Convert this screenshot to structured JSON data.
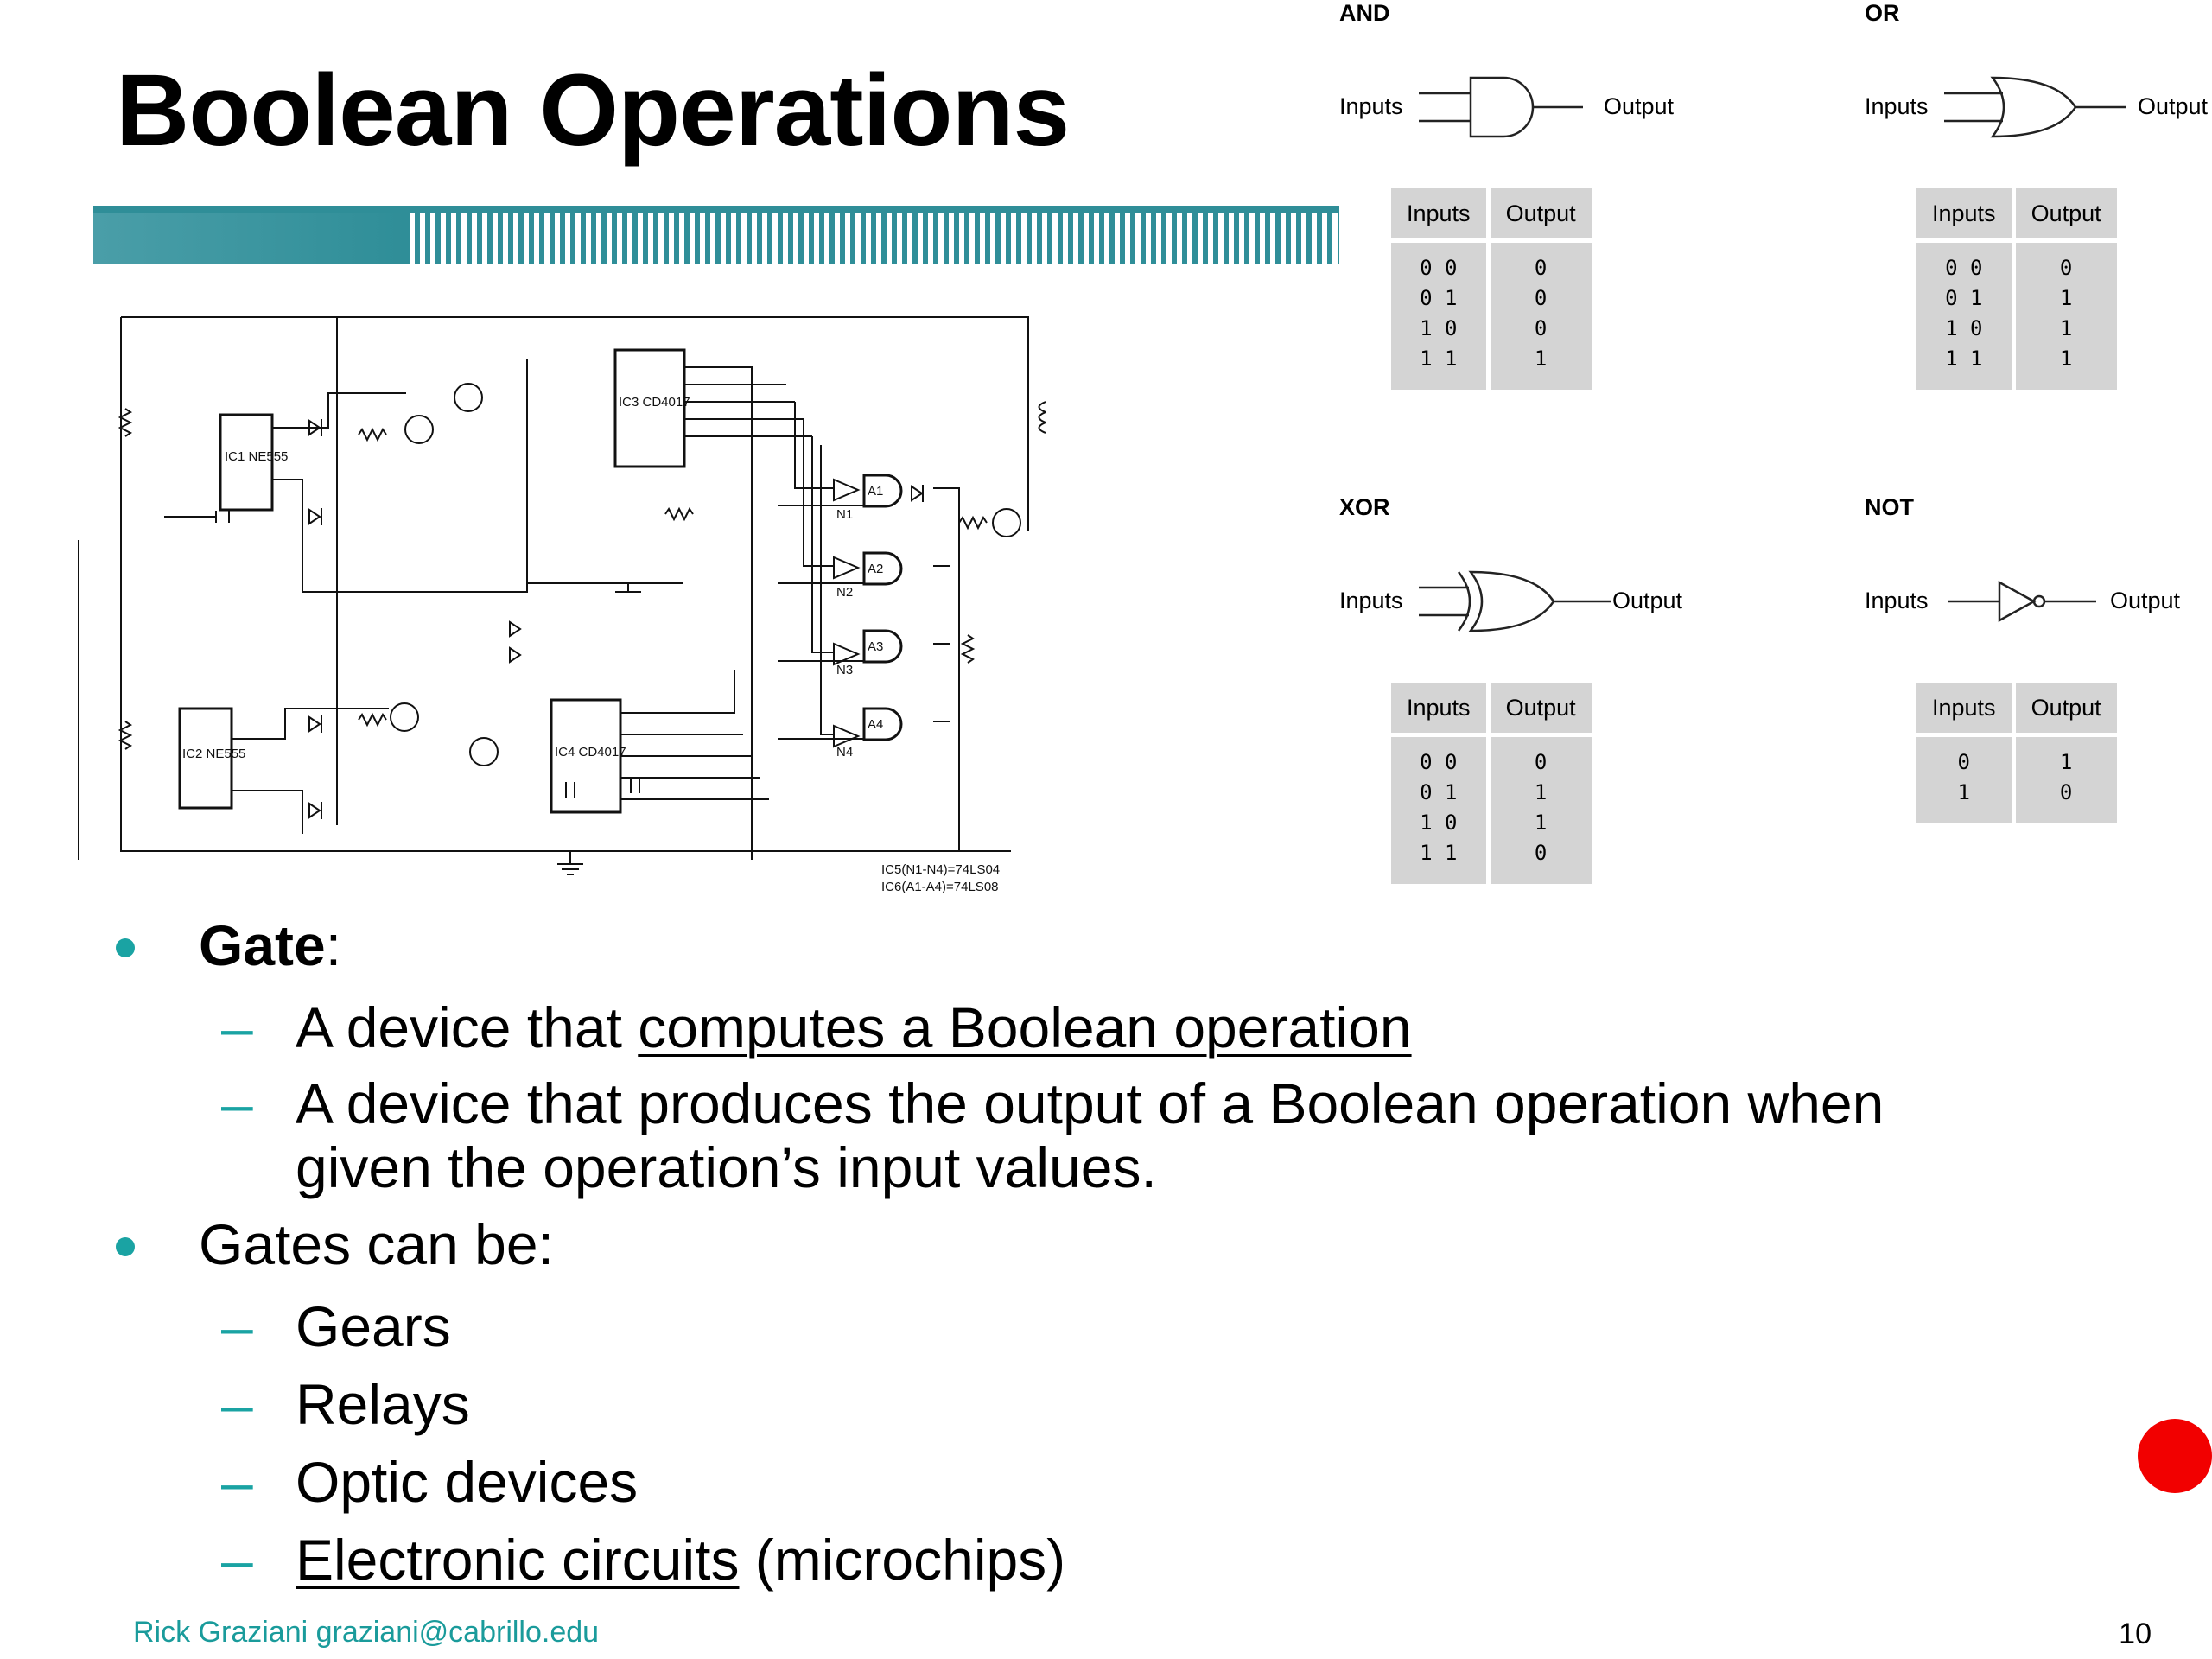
{
  "slide": {
    "title": "Boolean Operations",
    "page_number": "10",
    "footer_author": "Rick Graziani  graziani@cabrillo.edu"
  },
  "gates": {
    "and": {
      "name": "AND",
      "inputs_label": "Inputs",
      "output_label": "Output",
      "table": {
        "headers": [
          "Inputs",
          "Output"
        ],
        "inputs": "0 0\n0 1\n1 0\n1 1",
        "outputs": "0\n0\n0\n1"
      }
    },
    "or": {
      "name": "OR",
      "inputs_label": "Inputs",
      "output_label": "Output",
      "table": {
        "headers": [
          "Inputs",
          "Output"
        ],
        "inputs": "0 0\n0 1\n1 0\n1 1",
        "outputs": "0\n1\n1\n1"
      }
    },
    "xor": {
      "name": "XOR",
      "inputs_label": "Inputs",
      "output_label": "Output",
      "table": {
        "headers": [
          "Inputs",
          "Output"
        ],
        "inputs": "0 0\n0 1\n1 0\n1 1",
        "outputs": "0\n1\n1\n0"
      }
    },
    "not": {
      "name": "NOT",
      "inputs_label": "Inputs",
      "output_label": "Output",
      "table": {
        "headers": [
          "Inputs",
          "Output"
        ],
        "inputs": "0\n1",
        "outputs": "1\n0"
      }
    }
  },
  "schematic": {
    "ic_labels": [
      "IC1 NE555",
      "IC2 NE555",
      "IC3 CD4017",
      "IC4 CD4017"
    ],
    "gate_labels": [
      "N1",
      "N2",
      "N3",
      "N4",
      "A1",
      "A2",
      "A3",
      "A4"
    ],
    "footnote_1": "IC5(N1-N4)=74LS04",
    "footnote_2": "IC6(A1-A4)=74LS08"
  },
  "bullets": [
    {
      "lead_bold": "Gate",
      "lead_rest": ":",
      "subs": [
        {
          "pre": "A device that ",
          "underlined": "computes a Boolean operation",
          "post": ""
        },
        {
          "line1": "A device that produces the output of a Boolean operation when",
          "line2": "given the operation’s input values."
        }
      ]
    },
    {
      "text": "Gates can be:",
      "subs": [
        {
          "text": "Gears"
        },
        {
          "text": "Relays"
        },
        {
          "text": "Optic devices"
        },
        {
          "underlined": "Electronic circuits",
          "post": " (microchips)"
        }
      ]
    }
  ],
  "colors": {
    "accent": "#1aa3a3",
    "banner": "#2f8e98",
    "table_fill": "#d4d4d4",
    "marker": "#f20000"
  }
}
